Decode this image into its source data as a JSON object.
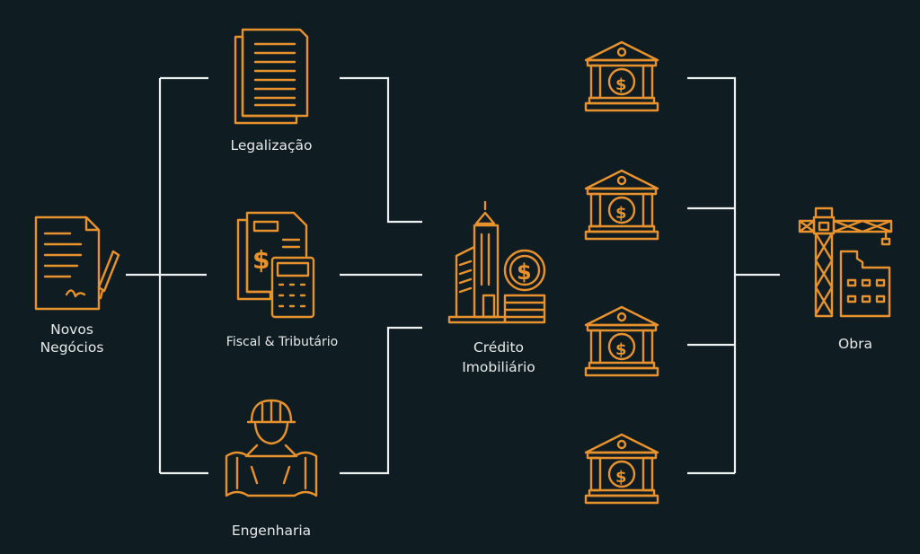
{
  "nodes": {
    "novos_negocios": [
      "Novos",
      "Negócios"
    ],
    "legalizacao": "Legalização",
    "fiscal": "Fiscal & Tributário",
    "engenharia": "Engenharia",
    "credito": [
      "Crédito",
      "Imobiliário"
    ],
    "obra": "Obra"
  },
  "icons": {
    "novos_negocios": "signed-contract-icon",
    "legalizacao": "document-icon",
    "fiscal": "tax-calculator-icon",
    "engenharia": "engineer-blueprint-icon",
    "credito": "building-coins-icon",
    "banks": "bank-dollar-icon",
    "obra": "crane-construction-icon",
    "dollar_symbol": "$"
  },
  "colors": {
    "background": "#0f1c22",
    "accent": "#e8922e",
    "lines": "#eef1f2",
    "text": "#e6e9ea"
  }
}
